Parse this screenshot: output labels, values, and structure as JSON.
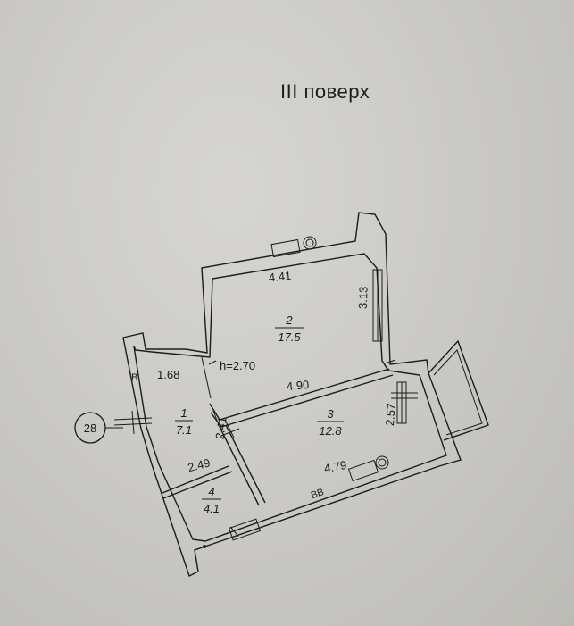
{
  "floor_title": "III поверх",
  "height_label": "h=2.70",
  "building_number": "28",
  "marks": {
    "b_left": "В",
    "bb_bottom": "ВВ"
  },
  "rooms": [
    {
      "number": "1",
      "area": "7.1"
    },
    {
      "number": "2",
      "area": "17.5"
    },
    {
      "number": "3",
      "area": "12.8"
    },
    {
      "number": "4",
      "area": "4.1"
    }
  ],
  "dimensions": {
    "d_441": "4.41",
    "d_313": "3.13",
    "d_168": "1.68",
    "d_490": "4.90",
    "d_241": "2.41",
    "d_257": "2.57",
    "d_249": "2.49",
    "d_479": "4.79"
  }
}
